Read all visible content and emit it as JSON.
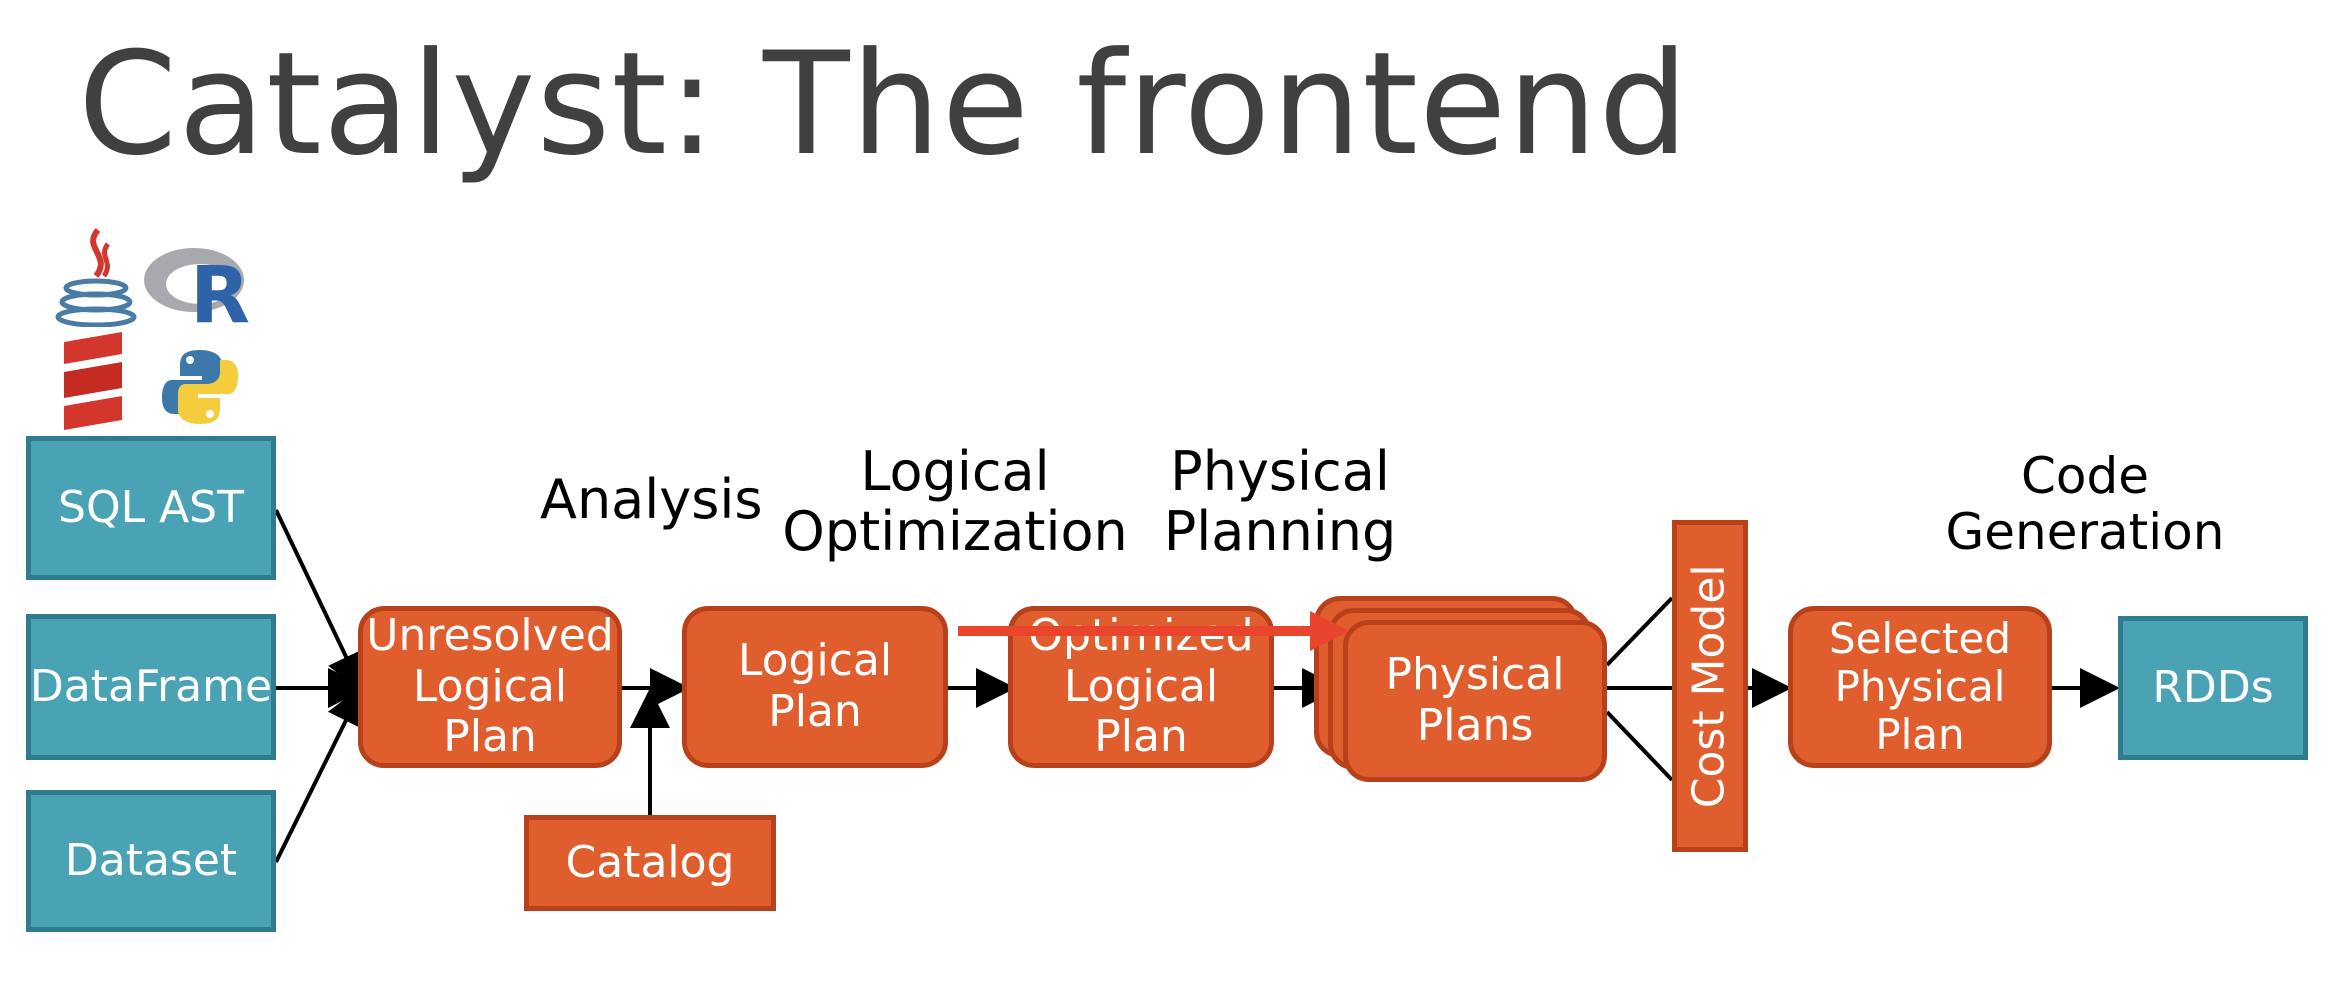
{
  "slide": {
    "title": "Catalyst: The frontend"
  },
  "inputs": {
    "sql_ast": "SQL AST",
    "dataframe": "DataFrame",
    "dataset": "Dataset"
  },
  "stages": {
    "analysis": "Analysis",
    "logical_optimization": "Logical\nOptimization",
    "physical_planning": "Physical\nPlanning",
    "code_generation": "Code\nGeneration"
  },
  "boxes": {
    "unresolved_logical_plan": "Unresolved\nLogical Plan",
    "logical_plan": "Logical Plan",
    "optimized_logical_plan": "Optimized\nLogical Plan",
    "physical_plans": "Physical\nPlans",
    "cost_model": "Cost Model",
    "selected_physical_plan": "Selected\nPhysical\nPlan",
    "catalog": "Catalog",
    "rdds": "RDDs"
  },
  "icons": [
    "java-icon",
    "r-icon",
    "scala-icon",
    "python-icon"
  ],
  "colors": {
    "teal": "#4aa3b5",
    "orange": "#e05e2e",
    "highlight_arrow": "#e8452c"
  }
}
